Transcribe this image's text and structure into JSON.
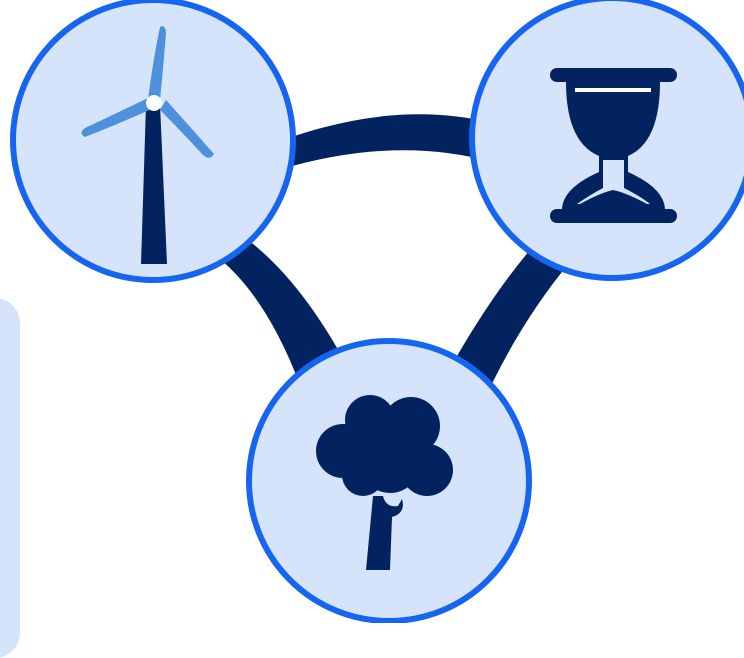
{
  "colors": {
    "background": "#ffffff",
    "circle_fill": "#d6e4fb",
    "circle_stroke": "#1565f0",
    "connector": "#022260",
    "icon_dark": "#022260",
    "icon_light": "#4f90dc",
    "icon_highlight": "#ffffff",
    "side_card": "#d6e4fb"
  },
  "nodes": [
    {
      "id": "wind",
      "icon": "wind-turbine-icon"
    },
    {
      "id": "time",
      "icon": "hourglass-icon"
    },
    {
      "id": "nature",
      "icon": "tree-icon"
    }
  ],
  "edges": [
    {
      "from": "wind",
      "to": "time"
    },
    {
      "from": "wind",
      "to": "nature"
    },
    {
      "from": "time",
      "to": "nature"
    }
  ]
}
